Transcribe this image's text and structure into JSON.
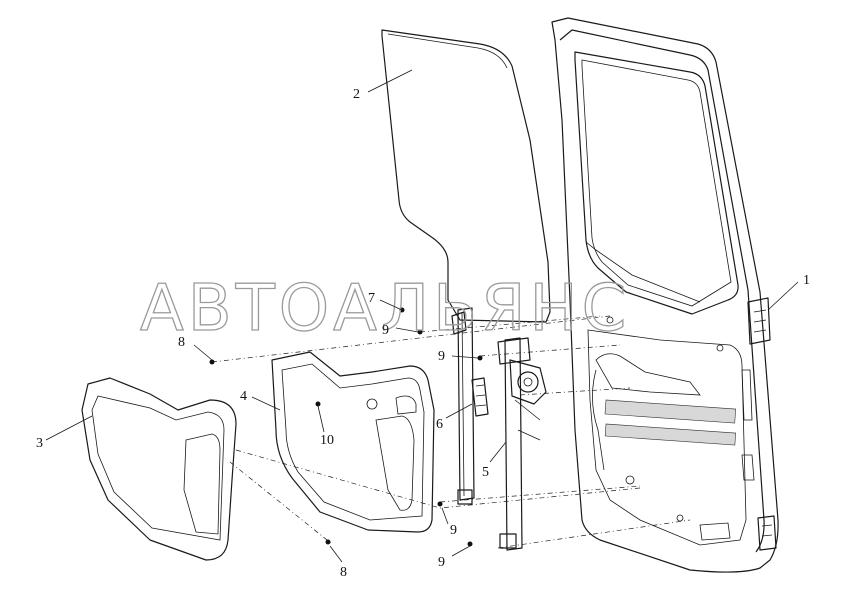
{
  "diagram": {
    "watermark": "АВТОАЛЬЯНС",
    "callouts": [
      "1",
      "2",
      "3",
      "4",
      "5",
      "6",
      "7",
      "8",
      "9",
      "10"
    ],
    "callout_labels": {
      "c1": "1",
      "c2": "2",
      "c3": "3",
      "c4": "4",
      "c5": "5",
      "c6": "6",
      "c7": "7",
      "c8a": "8",
      "c8b": "8",
      "c9a": "9",
      "c9b": "9",
      "c9c": "9",
      "c9d": "9",
      "c10": "10"
    }
  }
}
